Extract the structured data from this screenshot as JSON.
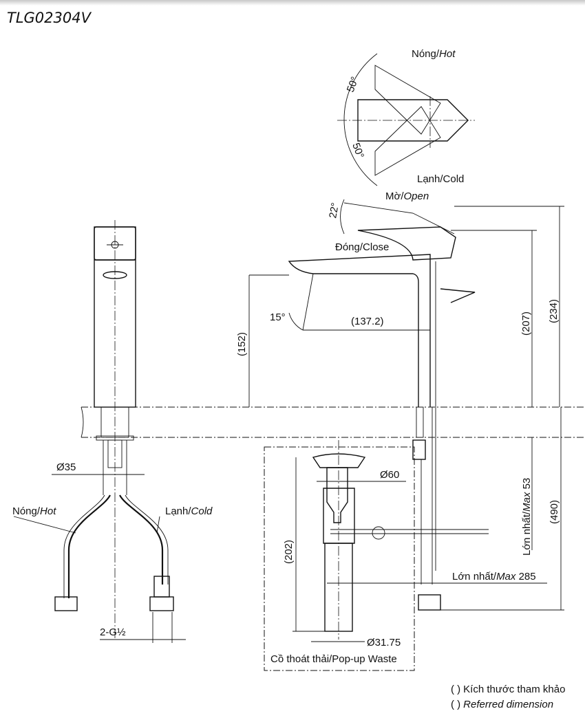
{
  "title": "TLG02304V",
  "top_view": {
    "hot": "Nóng/",
    "hot_en": "Hot",
    "cold": "Lạnh/Cold",
    "angle_hot": "50°",
    "angle_cold": "50°"
  },
  "side_view": {
    "open": "Mờ/",
    "open_en": "Open",
    "close": "Đóng/Close",
    "lever_angle": "22°",
    "spout_angle": "15°",
    "spout_reach": "(137.2)",
    "spout_height": "(152)",
    "handle_height": "(207)",
    "total_height": "(234)",
    "max_thickness": "Lớn nhất/",
    "max_thickness_en": "Max",
    "max_thickness_val": " 53",
    "hose_length": "(490)",
    "max_reach_label": "Lớn nhất/",
    "max_reach_en": "Max",
    "max_reach_val": " 285"
  },
  "front_view": {
    "diameter": "Ø35",
    "hot": "Nóng/",
    "hot_en": "Hot",
    "cold": "Lạnh/",
    "cold_en": "Cold",
    "thread": "2-G½"
  },
  "waste": {
    "diameter_top": "Ø60",
    "height": "(202)",
    "diameter_bottom": "Ø31.75",
    "label": "Cồ thoát thải/Pop-up Waste"
  },
  "legend": {
    "paren": "(  )",
    "vi": "Kích thước tham khảo",
    "en": "Referred dimension"
  }
}
